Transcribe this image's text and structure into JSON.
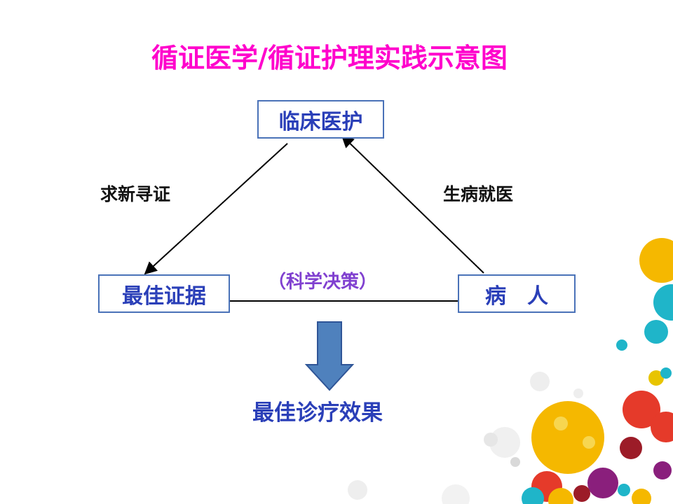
{
  "title": "循证医学/循证护理实践示意图",
  "nodes": {
    "clinical_care": "临床医护",
    "best_evidence": "最佳证据",
    "patient": "病　人"
  },
  "edge_labels": {
    "seek_evidence": "求新寻证",
    "seek_treatment": "生病就医",
    "scientific_decision": "（科学决策）"
  },
  "outcome": "最佳诊疗效果",
  "colors": {
    "title": "#ff00cc",
    "node_text": "#2a3fb8",
    "node_border": "#4a72b8",
    "edge_text": "#111111",
    "decision_text": "#8040d0",
    "outcome_text": "#2a3fb8",
    "down_arrow_fill": "#4f81bd",
    "down_arrow_stroke": "#2f5597"
  }
}
